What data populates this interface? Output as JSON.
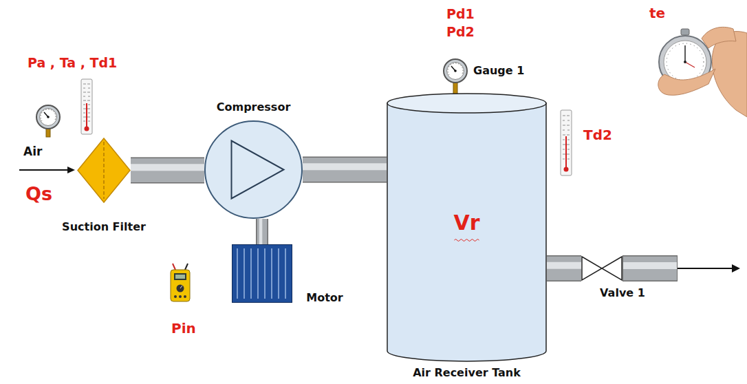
{
  "diagram": {
    "nodes": [
      {
        "text": [
          "Suction Filter"
        ]
      },
      {
        "text": [
          "Compressor"
        ]
      },
      {
        "text": [
          "Motor"
        ]
      },
      {
        "text": [
          "Vr",
          "Air Receiver Tank"
        ]
      },
      {
        "text": [
          "Valve 1"
        ]
      }
    ],
    "edges": [
      {
        "from": 0,
        "to": 1,
        "arrow": "none"
      },
      {
        "from": 1,
        "to": 3,
        "arrow": "none"
      },
      {
        "from": 1,
        "to": 2,
        "arrow": "none"
      },
      {
        "from": 3,
        "to": 4,
        "arrow": "none"
      }
    ],
    "labels": [
      "Pa , Ta , Td1",
      "Air",
      "Qs",
      "Pin",
      "Pd1",
      "Pd2",
      "Gauge 1",
      "Td2",
      "te"
    ]
  }
}
